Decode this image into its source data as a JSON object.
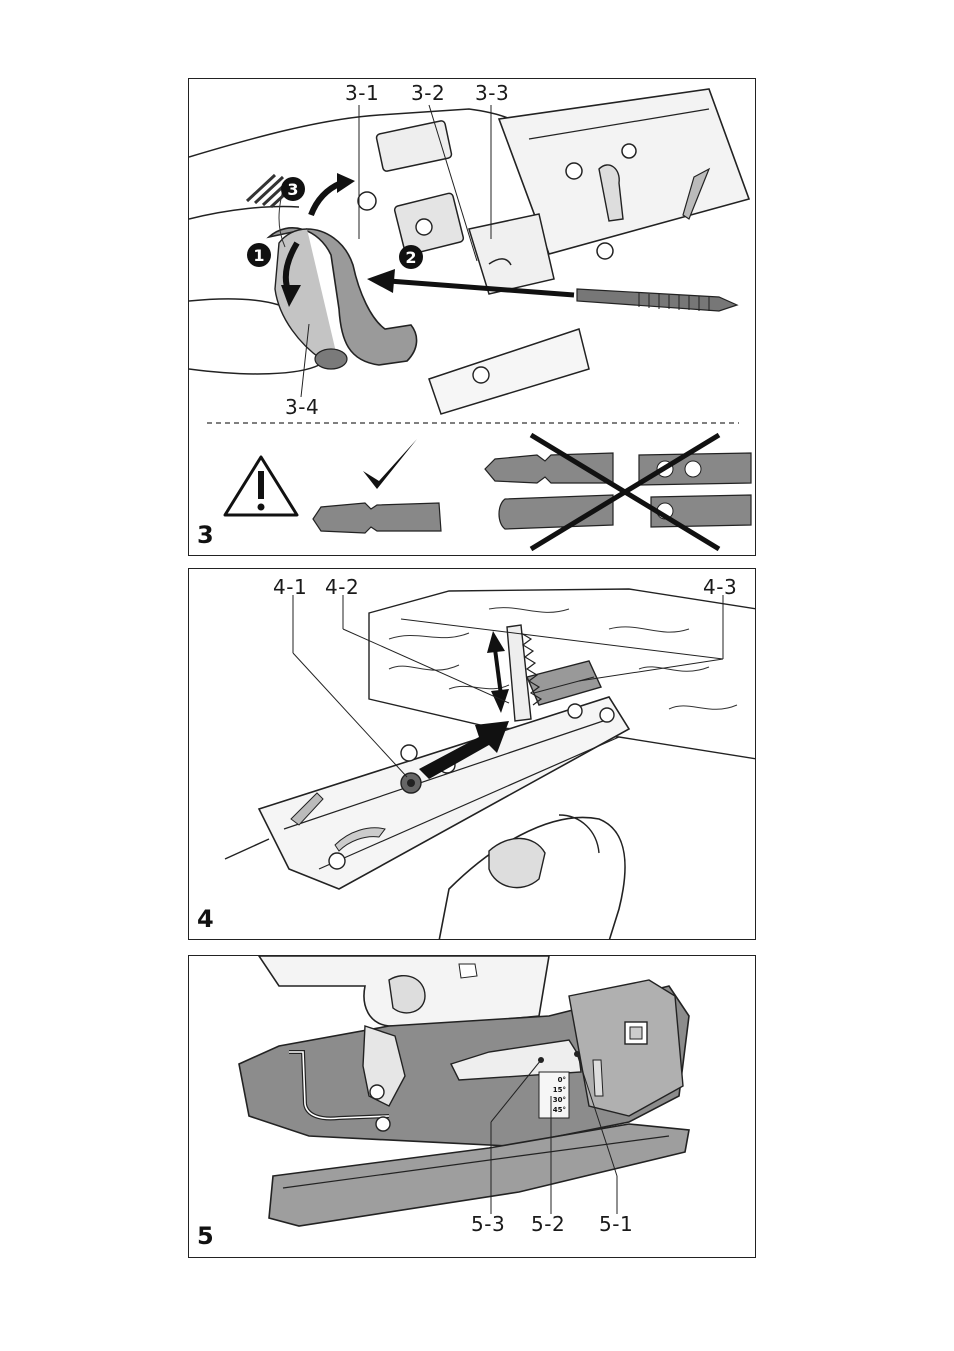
{
  "figures": [
    {
      "number": "3",
      "callouts": [
        "3-1",
        "3-2",
        "3-3",
        "3-4"
      ],
      "steps": [
        "1",
        "2",
        "3"
      ]
    },
    {
      "number": "4",
      "callouts": [
        "4-1",
        "4-2",
        "4-3"
      ]
    },
    {
      "number": "5",
      "callouts": [
        "5-3",
        "5-2",
        "5-1"
      ],
      "bevel_scale": [
        "0°",
        "15°",
        "30°",
        "45°"
      ]
    }
  ]
}
